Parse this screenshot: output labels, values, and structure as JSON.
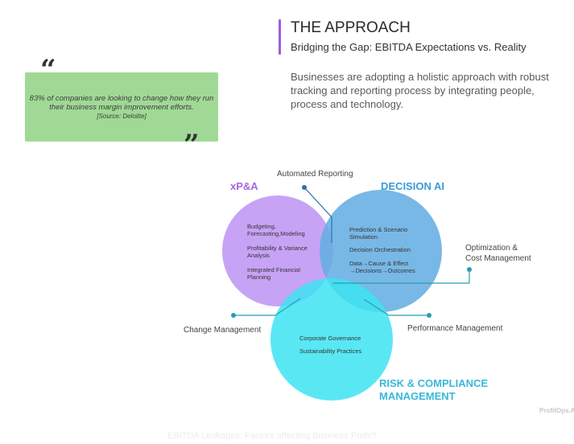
{
  "header": {
    "title": "THE APPROACH",
    "subtitle": "Bridging the Gap: EBITDA Expectations vs. Reality",
    "body": "Businesses are adopting a holistic approach with robust tracking and reporting process by integrating people, process and technology.",
    "accent_color": "#9b5de5"
  },
  "quote": {
    "open_mark": "“",
    "close_mark": "”",
    "text": "83% of companies are looking to change how they run their business margin improvement efforts.",
    "source": "[Source: Deloitte]",
    "background_color": "#a0d995"
  },
  "diagram": {
    "circles": [
      {
        "name": "xP&A",
        "color": "#c7a3f5",
        "label_color": "#a268e0",
        "items": [
          "Budgeting, Forecasting,Modeling",
          "Profitability & Variance Analysis",
          "Integrated Financial Planning"
        ]
      },
      {
        "name": "DECISION AI",
        "color": "#65aee2",
        "label_color": "#3a9ad9",
        "items": [
          "Prediction & Scenario Simulation",
          "Decision Orchestration",
          "Data→Cause & Effect →Decisions→Outcomes"
        ]
      },
      {
        "name": "RISK & COMPLIANCE MANAGEMENT",
        "name_line1": "RISK & COMPLIANCE",
        "name_line2": "MANAGEMENT",
        "color": "#3de3f2",
        "label_color": "#37b9d8",
        "items": [
          "Corporate Governance",
          "Sustainability Practices"
        ]
      }
    ],
    "callouts": {
      "automated_reporting": "Automated Reporting",
      "optimization_line1": "Optimization &",
      "optimization_line2": "Cost Management",
      "change_management": "Change Management",
      "performance_management": "Performance Management"
    },
    "connector_color": "#2a9db0"
  },
  "watermark": "ProfitOps.AI",
  "footer": "EBITDA Leakages: Factors affecting Business Profit?"
}
